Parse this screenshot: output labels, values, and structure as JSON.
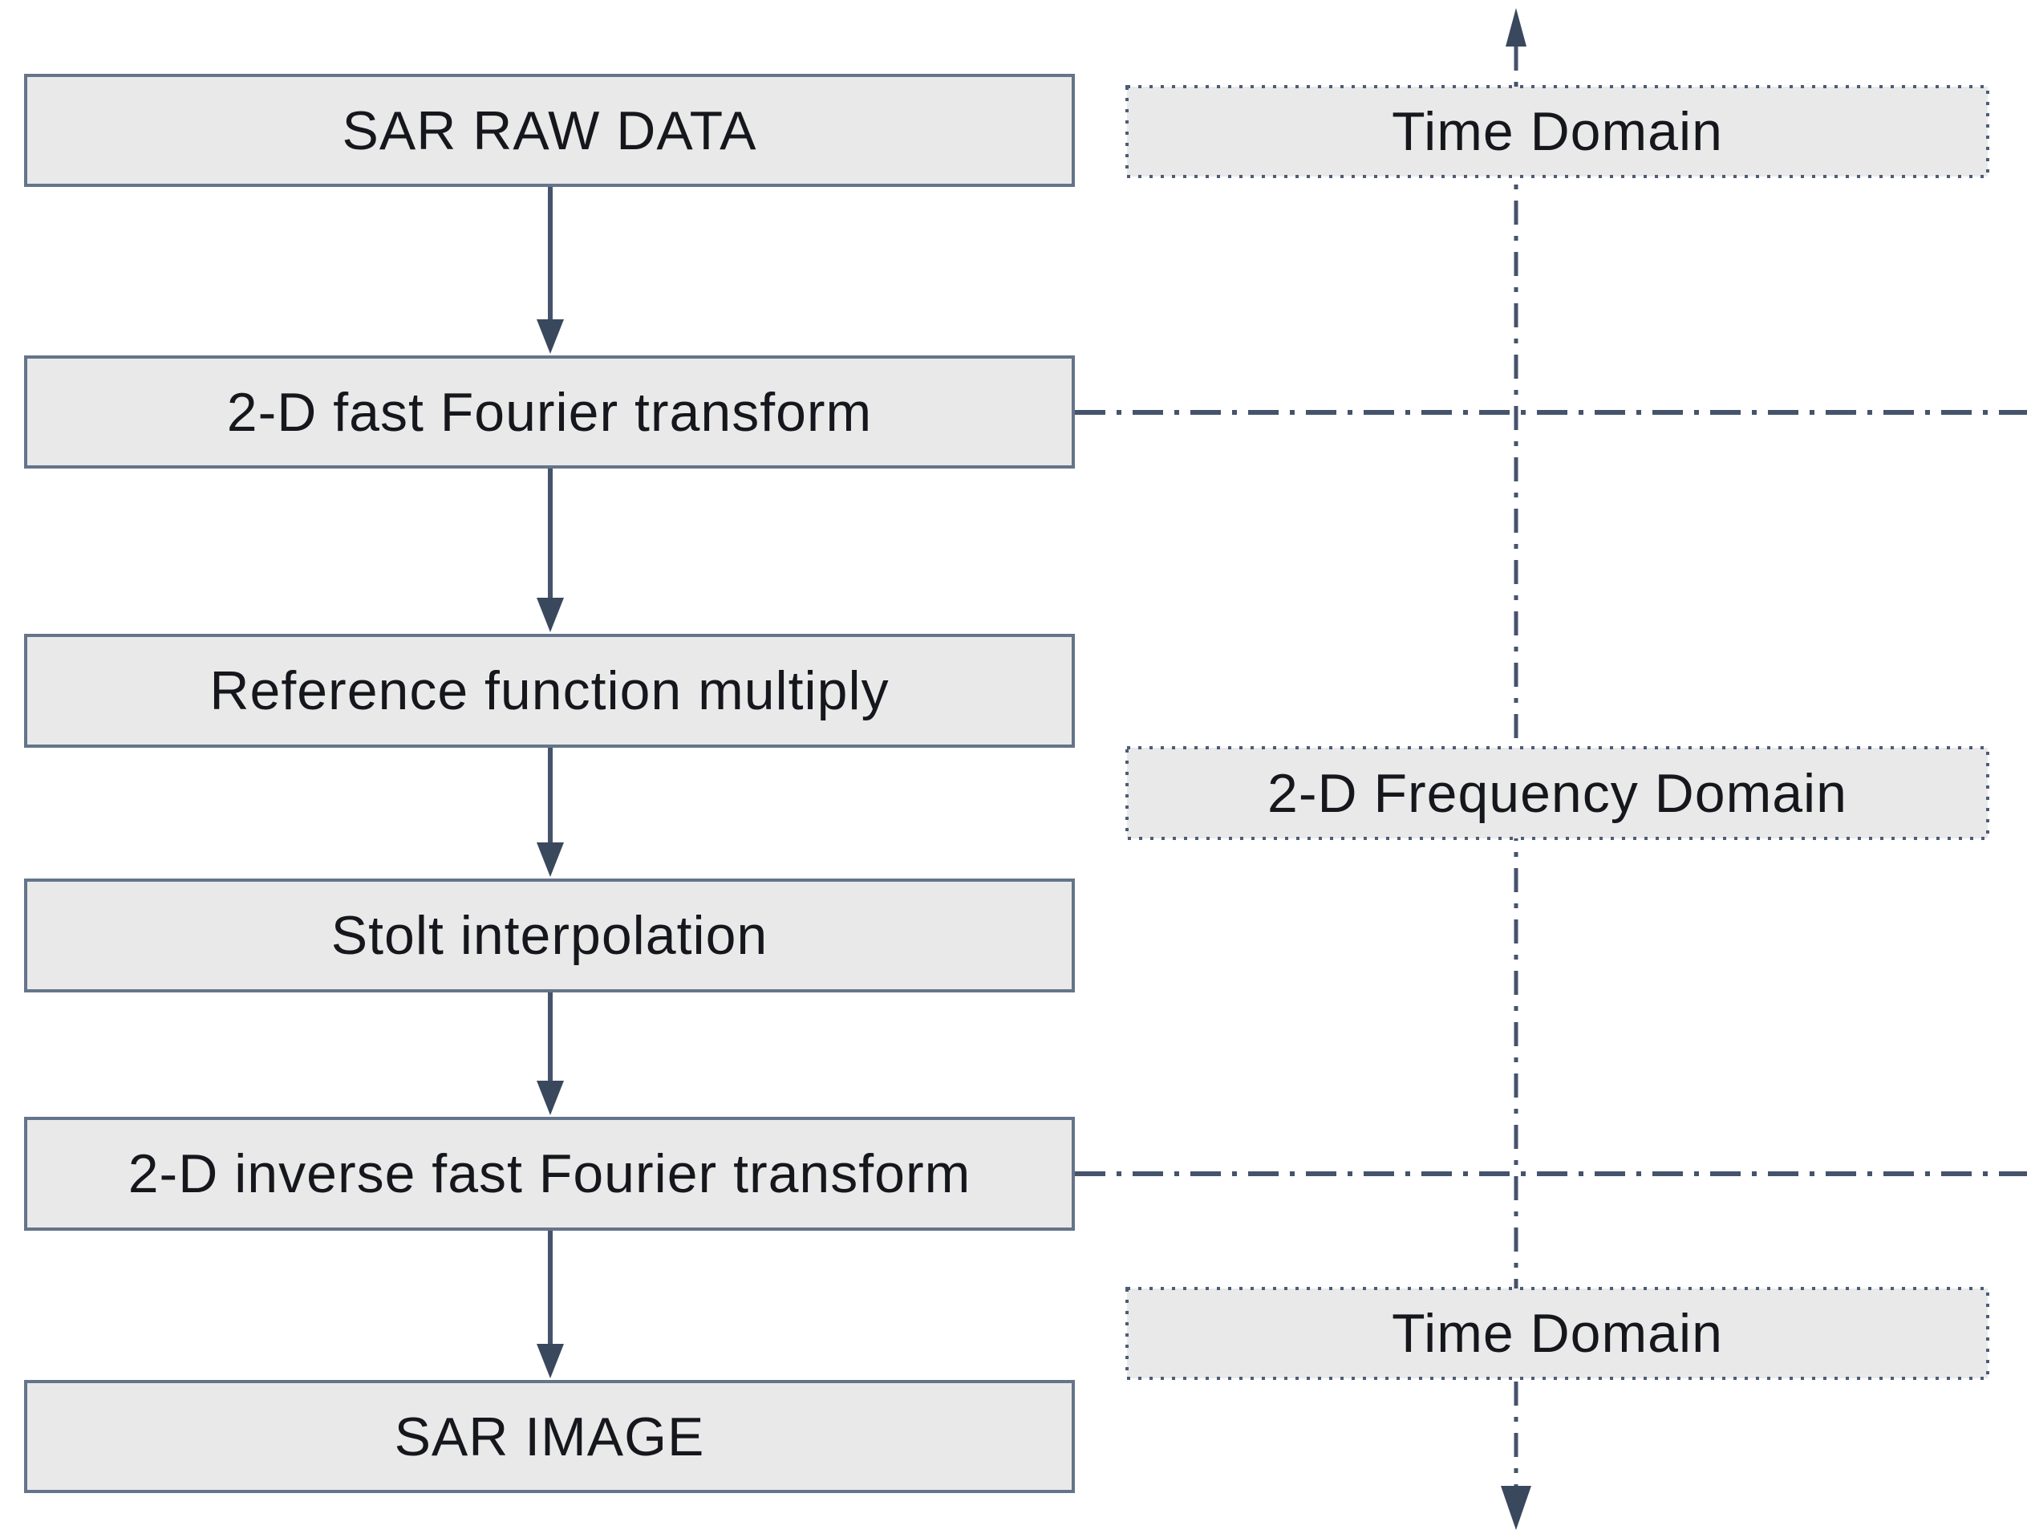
{
  "diagram": {
    "type": "flowchart",
    "steps": [
      {
        "label": "SAR RAW DATA"
      },
      {
        "label": "2-D fast Fourier transform"
      },
      {
        "label": "Reference function multiply"
      },
      {
        "label": "Stolt interpolation"
      },
      {
        "label": "2-D inverse fast Fourier transform"
      },
      {
        "label": "SAR IMAGE"
      }
    ],
    "domains": [
      {
        "label": "Time Domain"
      },
      {
        "label": "2-D Frequency Domain"
      },
      {
        "label": "Time Domain"
      }
    ],
    "boundaries": [
      {
        "from_step": "2-D fast Fourier transform",
        "between": [
          "Time Domain",
          "2-D Frequency Domain"
        ]
      },
      {
        "from_step": "2-D inverse fast Fourier transform",
        "between": [
          "2-D Frequency Domain",
          "Time Domain"
        ]
      }
    ]
  },
  "colors": {
    "background": "#ffffff",
    "box_fill": "#e9e9e9",
    "box_border": "#64748a",
    "dotted_border": "#4d5c76",
    "line": "#45536b",
    "arrow": "#3a485e",
    "text": "#15171c"
  }
}
